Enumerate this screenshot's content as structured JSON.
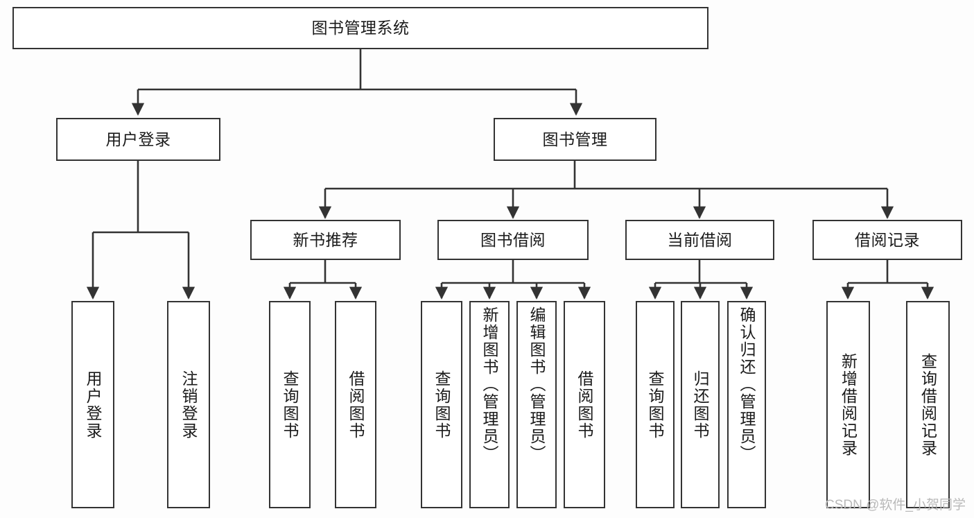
{
  "diagram": {
    "title": "图书管理系统",
    "type": "tree",
    "watermark": "CSDN @软件_小贺同学",
    "colors": {
      "background": "#fdfdfd",
      "node_fill": "#ffffff",
      "node_stroke": "#333333",
      "edge_stroke": "#333333",
      "text": "#1a1a1a",
      "watermark": "#b9b9b9"
    },
    "nodes": {
      "root": {
        "label": "图书管理系统",
        "orientation": "horizontal"
      },
      "level2": [
        {
          "id": "user-login",
          "label": "用户登录",
          "orientation": "horizontal"
        },
        {
          "id": "book-manage",
          "label": "图书管理",
          "orientation": "horizontal"
        }
      ],
      "level3": [
        {
          "id": "new-book-recommend",
          "label": "新书推荐",
          "orientation": "horizontal"
        },
        {
          "id": "book-borrow",
          "label": "图书借阅",
          "orientation": "horizontal"
        },
        {
          "id": "current-borrow",
          "label": "当前借阅",
          "orientation": "horizontal"
        },
        {
          "id": "borrow-record",
          "label": "借阅记录",
          "orientation": "horizontal"
        }
      ],
      "leaves": {
        "user-login": [
          {
            "id": "leaf-user-login",
            "label": "用户登录",
            "orientation": "vertical"
          },
          {
            "id": "leaf-user-logout",
            "label": "注销登录",
            "orientation": "vertical"
          }
        ],
        "new-book-recommend": [
          {
            "id": "leaf-query-book-1",
            "label": "查询图书",
            "orientation": "vertical"
          },
          {
            "id": "leaf-borrow-book-1",
            "label": "借阅图书",
            "orientation": "vertical"
          }
        ],
        "book-borrow": [
          {
            "id": "leaf-query-book-2",
            "label": "查询图书",
            "orientation": "vertical"
          },
          {
            "id": "leaf-add-book",
            "label": "新增图书（管理员）",
            "orientation": "vertical"
          },
          {
            "id": "leaf-edit-book",
            "label": "编辑图书（管理员）",
            "orientation": "vertical"
          },
          {
            "id": "leaf-borrow-book-2",
            "label": "借阅图书",
            "orientation": "vertical"
          }
        ],
        "current-borrow": [
          {
            "id": "leaf-query-book-3",
            "label": "查询图书",
            "orientation": "vertical"
          },
          {
            "id": "leaf-return-book",
            "label": "归还图书",
            "orientation": "vertical"
          },
          {
            "id": "leaf-confirm-return",
            "label": "确认归还（管理员）",
            "orientation": "vertical"
          }
        ],
        "borrow-record": [
          {
            "id": "leaf-add-record",
            "label": "新增借阅记录",
            "orientation": "vertical"
          },
          {
            "id": "leaf-query-record",
            "label": "查询借阅记录",
            "orientation": "vertical"
          }
        ]
      }
    }
  }
}
